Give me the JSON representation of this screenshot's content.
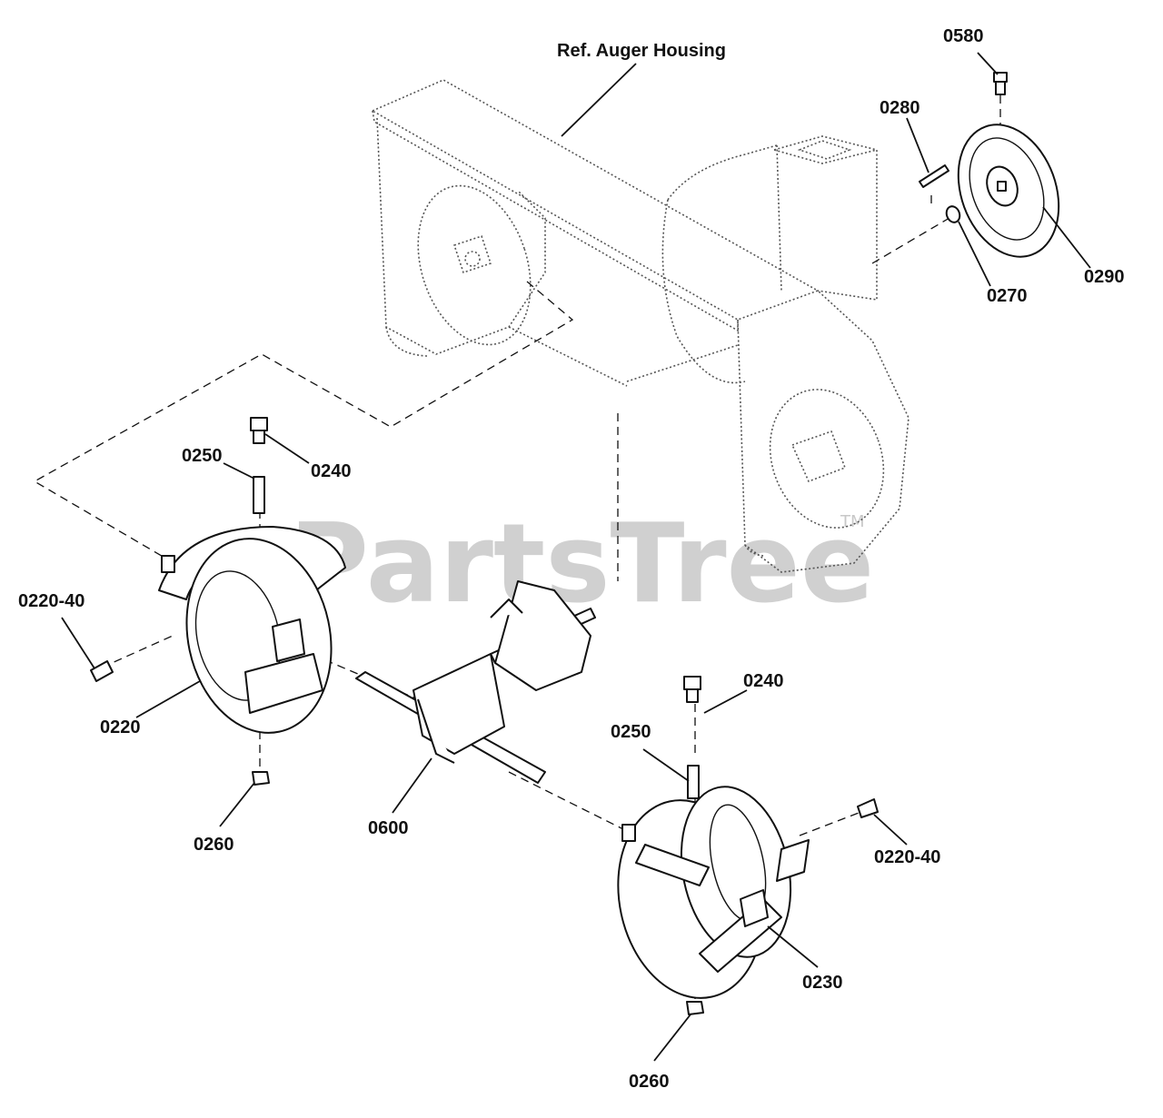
{
  "diagram": {
    "reference_label": "Ref. Auger Housing",
    "watermark": "PartsTree",
    "watermark_mark": "TM",
    "labels": {
      "p0580": "0580",
      "p0280": "0280",
      "p0290": "0290",
      "p0270": "0270",
      "p0250_left": "0250",
      "p0240_left": "0240",
      "p0220_40_left": "0220-40",
      "p0220": "0220",
      "p0260_left": "0260",
      "p0600": "0600",
      "p0240_right": "0240",
      "p0250_right": "0250",
      "p0220_40_right": "0220-40",
      "p0230": "0230",
      "p0260_right": "0260"
    }
  }
}
